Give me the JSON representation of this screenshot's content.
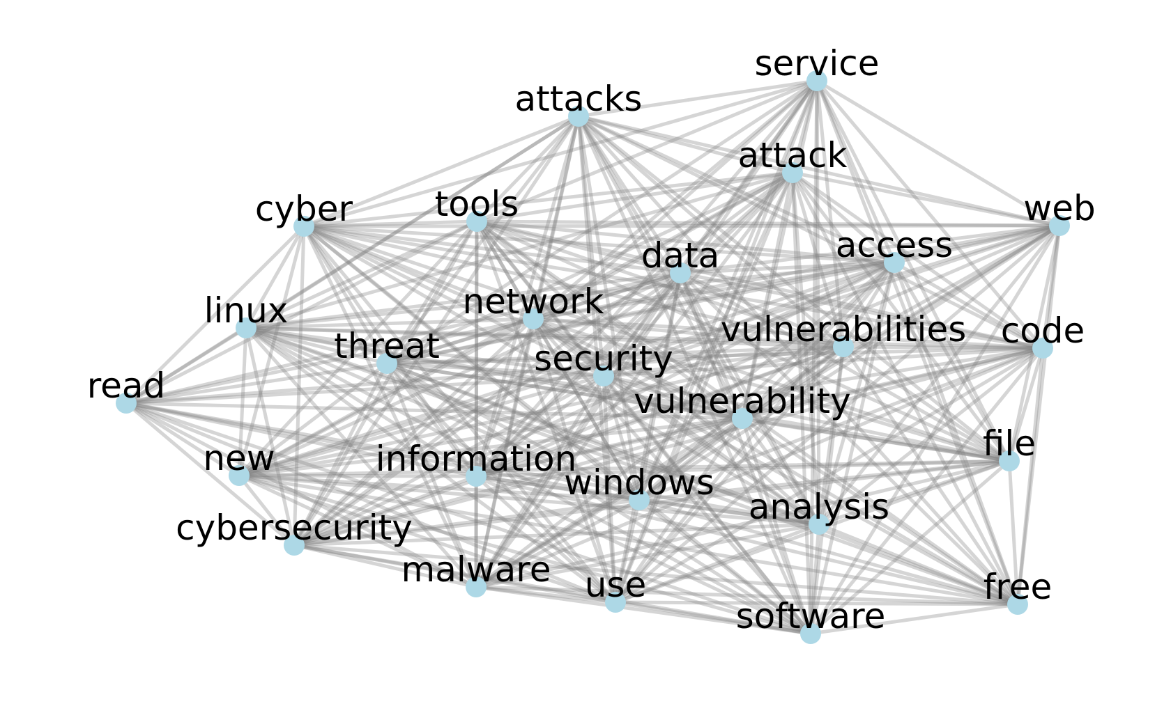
{
  "graph": {
    "node_color": "#add8e6",
    "edge_color": "#808080",
    "label_color": "#000000",
    "nodes": [
      {
        "id": "service",
        "label": "service"
      },
      {
        "id": "attacks",
        "label": "attacks"
      },
      {
        "id": "attack",
        "label": "attack"
      },
      {
        "id": "cyber",
        "label": "cyber"
      },
      {
        "id": "tools",
        "label": "tools"
      },
      {
        "id": "web",
        "label": "web"
      },
      {
        "id": "data",
        "label": "data"
      },
      {
        "id": "access",
        "label": "access"
      },
      {
        "id": "linux",
        "label": "linux"
      },
      {
        "id": "network",
        "label": "network"
      },
      {
        "id": "threat",
        "label": "threat"
      },
      {
        "id": "vulnerabilities",
        "label": "vulnerabilities"
      },
      {
        "id": "code",
        "label": "code"
      },
      {
        "id": "security",
        "label": "security"
      },
      {
        "id": "read",
        "label": "read"
      },
      {
        "id": "vulnerability",
        "label": "vulnerability"
      },
      {
        "id": "new",
        "label": "new"
      },
      {
        "id": "information",
        "label": "information"
      },
      {
        "id": "file",
        "label": "file"
      },
      {
        "id": "windows",
        "label": "windows"
      },
      {
        "id": "analysis",
        "label": "analysis"
      },
      {
        "id": "cybersecurity",
        "label": "cybersecurity"
      },
      {
        "id": "malware",
        "label": "malware"
      },
      {
        "id": "use",
        "label": "use"
      },
      {
        "id": "free",
        "label": "free"
      },
      {
        "id": "software",
        "label": "software"
      }
    ],
    "edge_rule": "all pairs except read–web, read–service, read–attack, read–access, read–code, read–file, read–free, new–service, new–attacks, cyber–free, linux–web, linux–service, cybersecurity–web"
  }
}
